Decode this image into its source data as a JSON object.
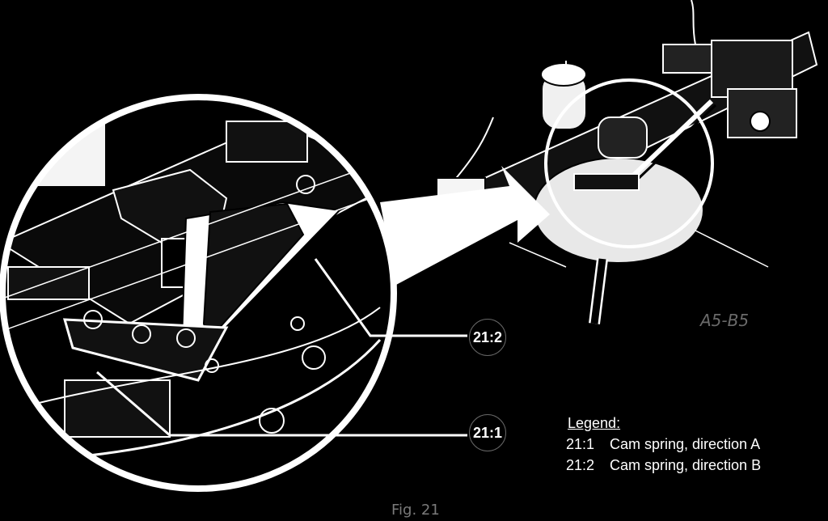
{
  "figure": {
    "caption": "Fig. 21",
    "drawing_id": "A5-B5"
  },
  "callouts": [
    {
      "code": "21:2"
    },
    {
      "code": "21:1"
    }
  ],
  "legend": {
    "title": "Legend:",
    "items": [
      {
        "code": "21:1",
        "text": "Cam spring, direction A"
      },
      {
        "code": "21:2",
        "text": "Cam spring, direction B"
      }
    ]
  },
  "colors": {
    "background": "#000000",
    "line": "#ffffff",
    "callout_border": "#666666"
  }
}
